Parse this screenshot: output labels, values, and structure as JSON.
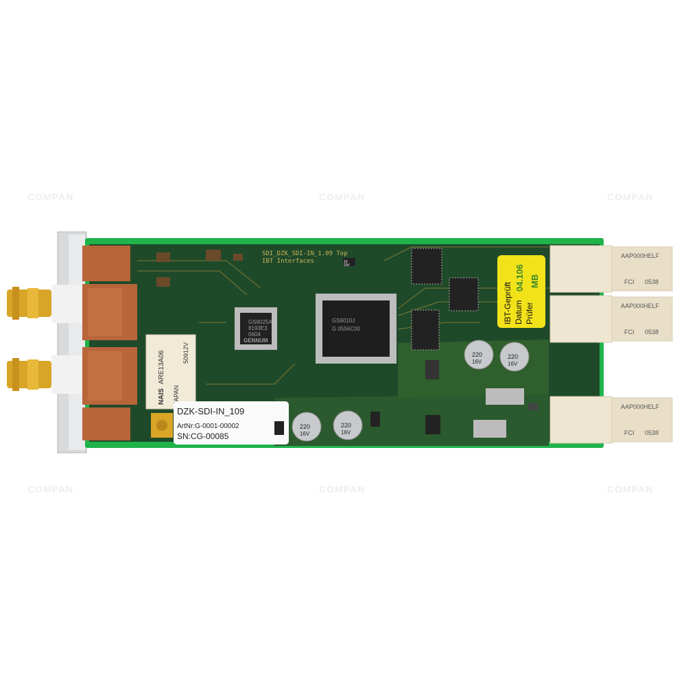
{
  "watermark": "COMPAN",
  "board": {
    "silkscreen_line1": "SDI_DZK_SDI-IN_1.09  Top",
    "silkscreen_line2": "IBT Interfaces"
  },
  "chips": {
    "gennum": {
      "line1": "GS9025A",
      "line2": "8193E3",
      "line3": "0604",
      "brand": "GENNUM"
    },
    "fpga": {
      "line1": "GS9010J",
      "line2": "G 0556C00"
    }
  },
  "relay": {
    "brand": "NAIS",
    "model": "ARE13A06",
    "country": "JAPAN",
    "code": "50912V"
  },
  "capacitors": [
    {
      "value": "220",
      "voltage": "16V"
    },
    {
      "value": "220",
      "voltage": "16V"
    },
    {
      "value": "220",
      "voltage": "16V"
    },
    {
      "value": "220",
      "voltage": "16V"
    }
  ],
  "small_cap": {
    "value": "10",
    "voltage": "20V"
  },
  "product_label": {
    "name": "DZK-SDI-IN_109",
    "art_nr": "ArtNr:G-0001-00002",
    "serial": "SN:CG-00085"
  },
  "inspection_label": {
    "title": "IBT-Geprüft",
    "date_label": "Datum",
    "date_value": "04.106",
    "inspector_label": "Prüfer",
    "inspector_value": "MB"
  },
  "connectors": [
    {
      "part": "AAP000HELF",
      "maker": "FCI",
      "code": "0538"
    },
    {
      "part": "AAP000HELF",
      "maker": "FCI",
      "code": "0538"
    },
    {
      "part": "AAP000HELF",
      "maker": "FCI",
      "code": "0538"
    }
  ],
  "colors": {
    "pcb": "#1f4a2a",
    "pcb_edge": "#1fb34a",
    "gold": "#d9a527",
    "copper": "#b8653a",
    "label_yellow": "#f2e21a"
  }
}
